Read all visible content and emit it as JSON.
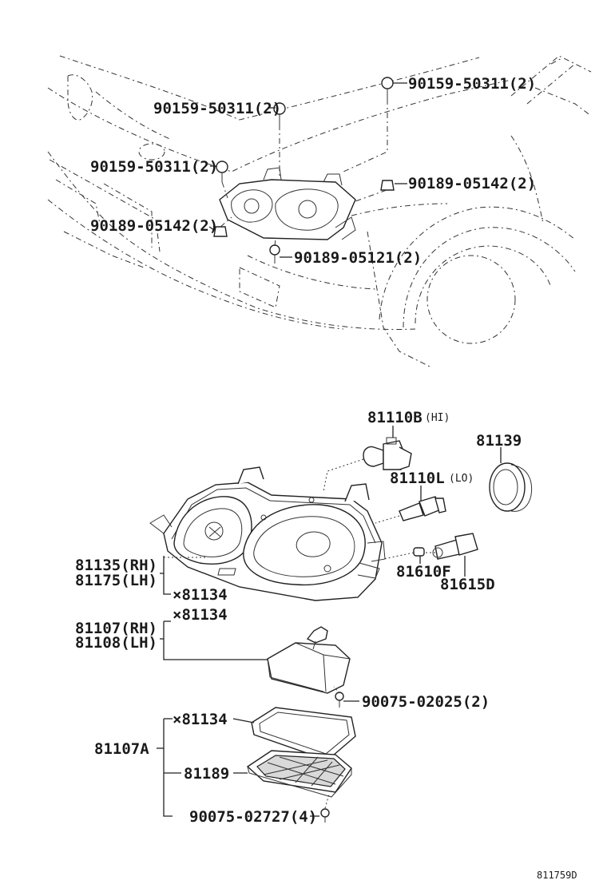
{
  "callouts_top": [
    {
      "id": "c1",
      "text": "90159-50311(2)"
    },
    {
      "id": "c2",
      "text": "90159-50311(2)"
    },
    {
      "id": "c3",
      "text": "90159-50311(2)"
    },
    {
      "id": "c4",
      "text": "90189-05142(2)"
    },
    {
      "id": "c5",
      "text": "90189-05142(2)"
    },
    {
      "id": "c6",
      "text": "90189-05121(2)"
    }
  ],
  "callouts_bottom": {
    "bulb_hi_num": "81110B",
    "bulb_hi_tag": "(HI)",
    "bulb_lo_num": "81110L",
    "bulb_lo_tag": "(LO)",
    "socket_cover": "81139",
    "side_bulb": "81610F",
    "side_socket": "81615D",
    "headlamp_rh": "81135(RH)",
    "headlamp_lh": "81175(LH)",
    "gasket_1": "×81134",
    "unit_rh": "81107(RH)",
    "unit_lh": "81108(LH)",
    "gasket_2": "×81134",
    "screw_1": "90075-02025(2)",
    "assy": "81107A",
    "gasket_3": "×81134",
    "cover": "81189",
    "screw_2": "90075-02727(4)"
  },
  "figure_code": "811759D"
}
